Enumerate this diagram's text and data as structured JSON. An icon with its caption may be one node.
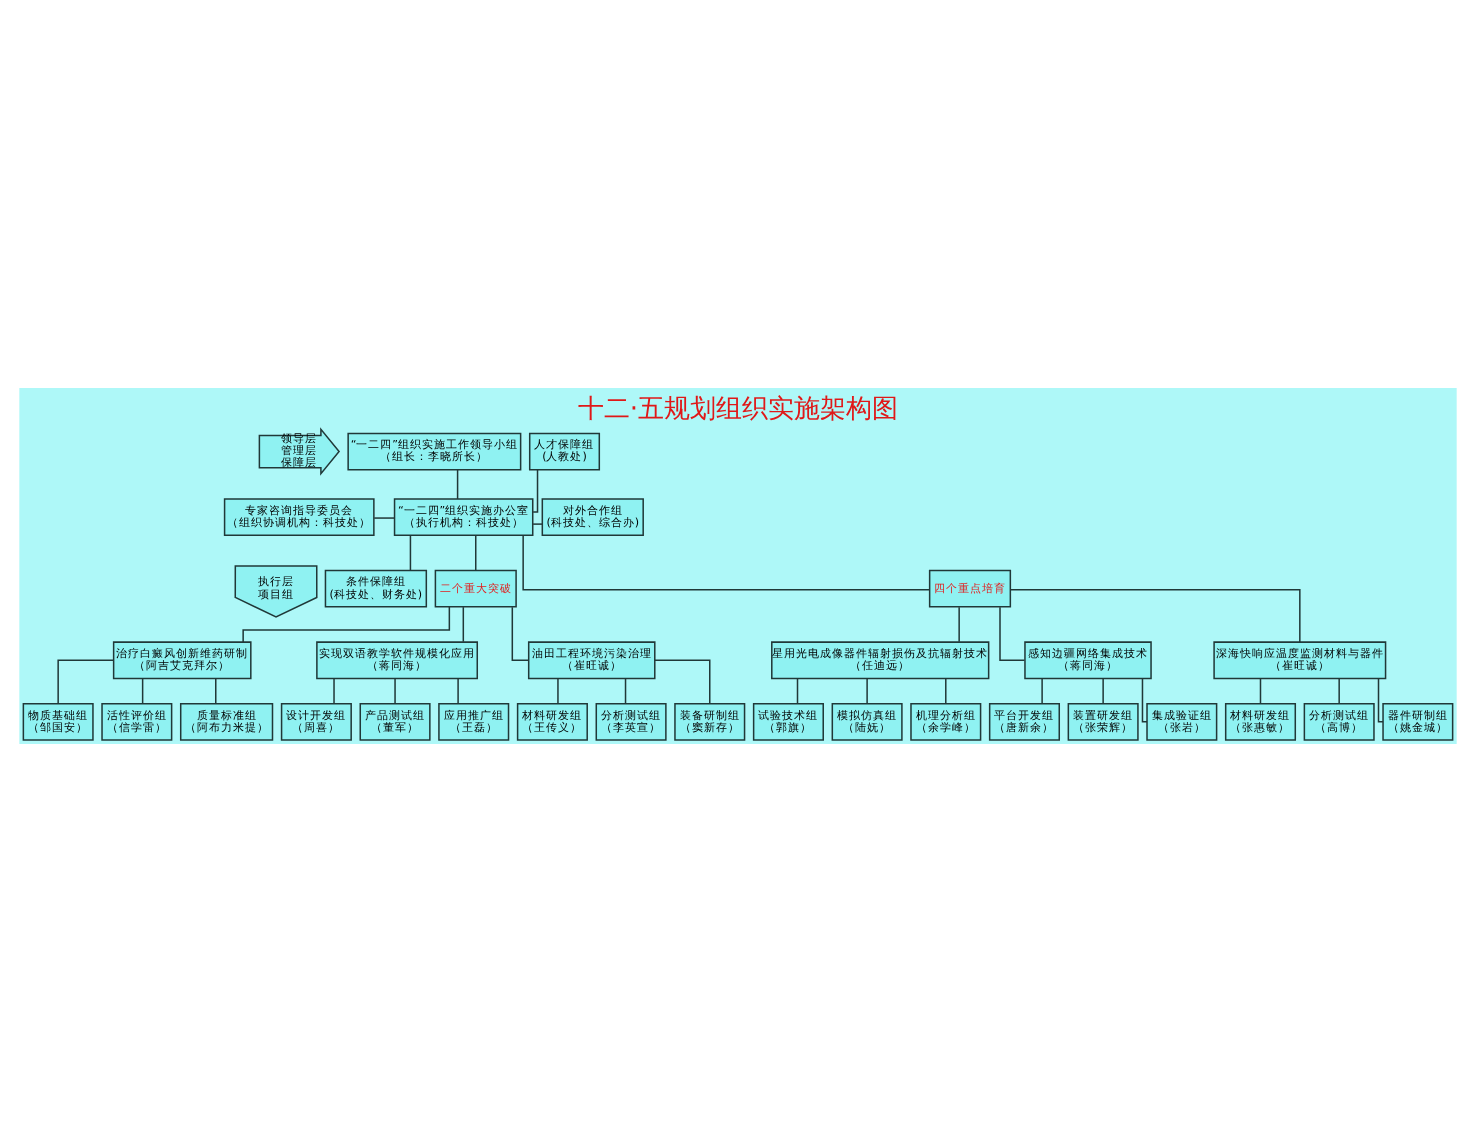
{
  "diagram": {
    "title": "十二·五规划组织实施架构图",
    "nodes": [
      {
        "text": [
          "领导层",
          "管理层",
          "保障层"
        ]
      },
      {
        "text": [
          "“一二四”组织实施工作领导小组",
          "（组长：李晓所长）"
        ]
      },
      {
        "text": [
          "专家咨询指导委员会",
          "（组织协调机构：科技处）"
        ]
      },
      {
        "text": [
          "“一二四”组织实施办公室",
          "（执行机构：科技处）"
        ]
      },
      {
        "text": [
          "人才保障组",
          "(人教处)"
        ]
      },
      {
        "text": [
          "对外合作组",
          "(科技处、综合办)"
        ]
      },
      {
        "text": [
          "条件保障组",
          "(科技处、财务处)"
        ]
      },
      {
        "text": [
          "执行层",
          "项目组"
        ]
      },
      {
        "text": [
          "二个重大突破"
        ]
      },
      {
        "text": [
          "四个重点培育"
        ]
      },
      {
        "text": [
          "治疗白癜风创新维药研制",
          "（阿吉艾克拜尔）"
        ]
      },
      {
        "text": [
          "实现双语教学软件规模化应用",
          "（蒋同海）"
        ]
      },
      {
        "text": [
          "油田工程环境污染治理",
          "（崔旺诚）"
        ]
      },
      {
        "text": [
          "星用光电成像器件辐射损伤及抗辐射技术",
          "（任迪远）"
        ]
      },
      {
        "text": [
          "感知边疆网络集成技术",
          "（蒋同海）"
        ]
      },
      {
        "text": [
          "深海快响应温度监测材料与器件",
          "（崔旺诚）"
        ]
      },
      {
        "text": [
          "物质基础组",
          "（邹国安）"
        ]
      },
      {
        "text": [
          "活性评价组",
          "（信学雷）"
        ]
      },
      {
        "text": [
          "质量标准组",
          "（阿布力米提）"
        ]
      },
      {
        "text": [
          "设计开发组",
          "（周喜）"
        ]
      },
      {
        "text": [
          "产品测试组",
          "（董军）"
        ]
      },
      {
        "text": [
          "应用推广组",
          "（王磊）"
        ]
      },
      {
        "text": [
          "材料研发组",
          "（王传义）"
        ]
      },
      {
        "text": [
          "分析测试组",
          "（李英宣）"
        ]
      },
      {
        "text": [
          "装备研制组",
          "（窦新存）"
        ]
      },
      {
        "text": [
          "试验技术组",
          "（郭旗）"
        ]
      },
      {
        "text": [
          "模拟仿真组",
          "（陆妩）"
        ]
      },
      {
        "text": [
          "机理分析组",
          "（余学峰）"
        ]
      },
      {
        "text": [
          "平台开发组",
          "（唐新余）"
        ]
      },
      {
        "text": [
          "装置研发组",
          "（张荣辉）"
        ]
      },
      {
        "text": [
          "集成验证组",
          "（张岩）"
        ]
      },
      {
        "text": [
          "材料研发组",
          "（张惠敏）"
        ]
      },
      {
        "text": [
          "分析测试组",
          "（高博）"
        ]
      },
      {
        "text": [
          "器件研制组",
          "（姚金城）"
        ]
      }
    ],
    "edges": [
      {
        "from": 1,
        "to": 3,
        "arrow": "none"
      },
      {
        "from": 2,
        "to": 3,
        "arrow": "none"
      },
      {
        "from": 3,
        "to": 4,
        "arrow": "none"
      },
      {
        "from": 3,
        "to": 5,
        "arrow": "none"
      },
      {
        "from": 3,
        "to": 6,
        "arrow": "none"
      },
      {
        "from": 3,
        "to": 8,
        "arrow": "none"
      },
      {
        "from": 3,
        "to": 9,
        "arrow": "none"
      },
      {
        "from": 8,
        "to": 10,
        "arrow": "none"
      },
      {
        "from": 8,
        "to": 11,
        "arrow": "none"
      },
      {
        "from": 8,
        "to": 12,
        "arrow": "none"
      },
      {
        "from": 9,
        "to": 13,
        "arrow": "none"
      },
      {
        "from": 9,
        "to": 14,
        "arrow": "none"
      },
      {
        "from": 9,
        "to": 15,
        "arrow": "none"
      },
      {
        "from": 10,
        "to": 16,
        "arrow": "none"
      },
      {
        "from": 10,
        "to": 17,
        "arrow": "none"
      },
      {
        "from": 10,
        "to": 18,
        "arrow": "none"
      },
      {
        "from": 11,
        "to": 19,
        "arrow": "none"
      },
      {
        "from": 11,
        "to": 20,
        "arrow": "none"
      },
      {
        "from": 11,
        "to": 21,
        "arrow": "none"
      },
      {
        "from": 12,
        "to": 22,
        "arrow": "none"
      },
      {
        "from": 12,
        "to": 23,
        "arrow": "none"
      },
      {
        "from": 12,
        "to": 24,
        "arrow": "none"
      },
      {
        "from": 13,
        "to": 25,
        "arrow": "none"
      },
      {
        "from": 13,
        "to": 26,
        "arrow": "none"
      },
      {
        "from": 13,
        "to": 27,
        "arrow": "none"
      },
      {
        "from": 14,
        "to": 28,
        "arrow": "none"
      },
      {
        "from": 14,
        "to": 29,
        "arrow": "none"
      },
      {
        "from": 14,
        "to": 30,
        "arrow": "none"
      },
      {
        "from": 15,
        "to": 31,
        "arrow": "none"
      },
      {
        "from": 15,
        "to": 32,
        "arrow": "none"
      },
      {
        "from": 15,
        "to": 33,
        "arrow": "none"
      }
    ]
  }
}
